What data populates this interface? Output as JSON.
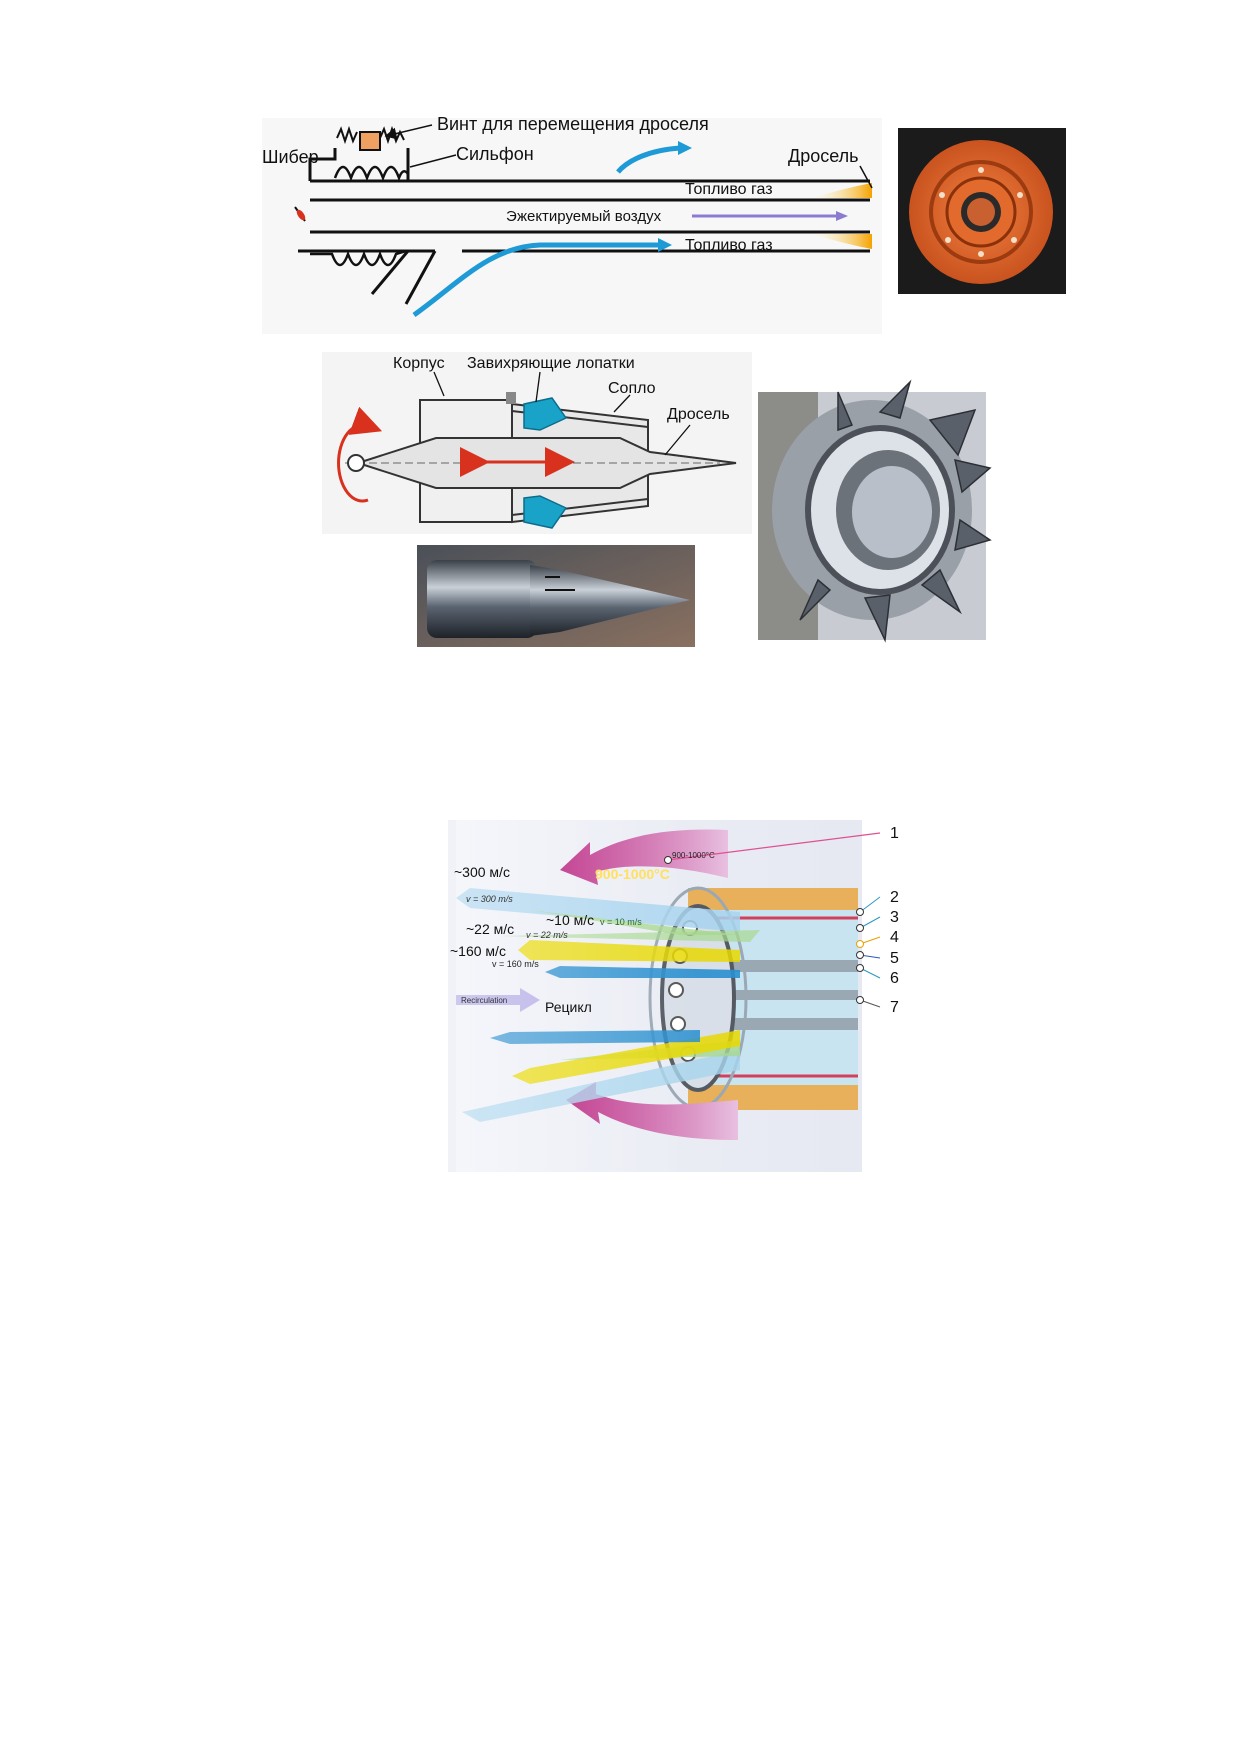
{
  "figure1": {
    "labels": {
      "screw": "Винт для перемещения дроселя",
      "bellows": "Сильфон",
      "damper": "Шибер",
      "throttle": "Дросель",
      "fuel_top": "Топливо газ",
      "air": "Эжектируемый воздух",
      "fuel_bottom": "Топливо газ"
    }
  },
  "figure2": {
    "labels": {
      "housing": "Корпус",
      "swirl_vanes": "Завихряющие лопатки",
      "nozzle": "Сопло",
      "throttle": "Дросель"
    }
  },
  "figure3": {
    "callouts": [
      "1",
      "2",
      "3",
      "4",
      "5",
      "6",
      "7"
    ],
    "temp_label": "900-1000°C",
    "temp_small": "900-1000°C",
    "speeds": {
      "s300": "~300 м/с",
      "s300_small": "v = 300 m/s",
      "s10": "~10 м/с",
      "s10_small": "v = 10 m/s",
      "s22": "~22 м/с",
      "s22_small": "v = 22 m/s",
      "s160": "~160 м/с",
      "s160_small": "v = 160 m/s"
    },
    "recirculation": "Recirculation",
    "recycle": "Рецикл"
  },
  "colors": {
    "fuel_flow": "#1e9ad6",
    "air_flow": "#8c7bd0",
    "flame": "#f5a300",
    "orange_part": "#e8692e",
    "red_arrow": "#d8321f",
    "swirl_blue": "#1aa3c8",
    "hot_gas": "#c0248f",
    "yellow_flow": "#e8d800",
    "green_flow": "#a8d890",
    "light_blue_flow": "#a8d4ee"
  }
}
